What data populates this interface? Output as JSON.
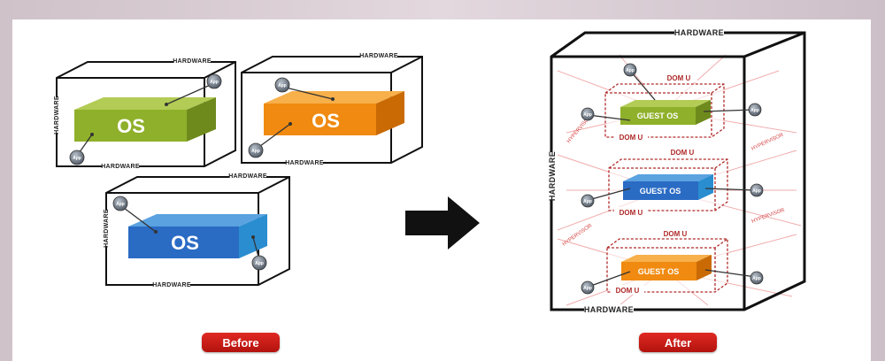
{
  "before": {
    "boxes": [
      {
        "os_label": "OS",
        "hardware_labels": [
          "HARDWARE",
          "HARDWARE",
          "HARDWARE"
        ],
        "app_labels": [
          "App",
          "App"
        ],
        "color": "#8fb02a"
      },
      {
        "os_label": "OS",
        "hardware_labels": [
          "HARDWARE",
          "HARDWARE"
        ],
        "app_labels": [
          "App",
          "App"
        ],
        "color": "#f08a10"
      },
      {
        "os_label": "OS",
        "hardware_labels": [
          "HARDWARE",
          "HARDWARE",
          "HARDWARE"
        ],
        "app_labels": [
          "App",
          "App"
        ],
        "color": "#2a6bc4"
      }
    ],
    "badge_label": "Before"
  },
  "after": {
    "hardware_labels": [
      "HARDWARE",
      "HARDWARE",
      "HARDWARE"
    ],
    "hypervisor_labels": [
      "HYPERVISOR",
      "HYPERVISOR",
      "HYPERVISOR",
      "HYPERVISOR"
    ],
    "guests": [
      {
        "label": "GUEST OS",
        "dom_labels": [
          "DOM U",
          "DOM U"
        ],
        "app_labels": [
          "App",
          "App",
          "App"
        ],
        "color": "#8fb02a"
      },
      {
        "label": "GUEST OS",
        "dom_labels": [
          "DOM U",
          "DOM U"
        ],
        "app_labels": [
          "App",
          "App"
        ],
        "color": "#2a6bc4"
      },
      {
        "label": "GUEST OS",
        "dom_labels": [
          "DOM U",
          "DOM U"
        ],
        "app_labels": [
          "App",
          "App"
        ],
        "color": "#f08a10"
      }
    ],
    "badge_label": "After"
  },
  "colors": {
    "badge": "#d01e18",
    "arrow": "#111111",
    "hypervisor": "#d64545"
  }
}
